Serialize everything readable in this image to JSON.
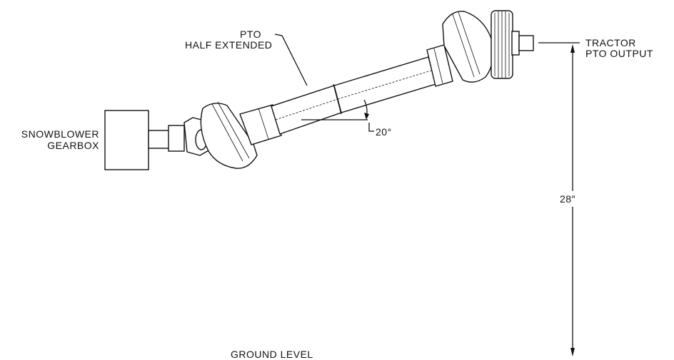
{
  "labels": {
    "pto_line1": "PTO",
    "pto_line2": "HALF EXTENDED",
    "tractor_line1": "TRACTOR",
    "tractor_line2": "PTO OUTPUT",
    "gearbox_line1": "SNOWBLOWER",
    "gearbox_line2": "GEARBOX",
    "angle": "20°",
    "height": "28″",
    "ground": "GROUND LEVEL"
  },
  "colors": {
    "ink": "#111111",
    "paper": "#ffffff"
  }
}
